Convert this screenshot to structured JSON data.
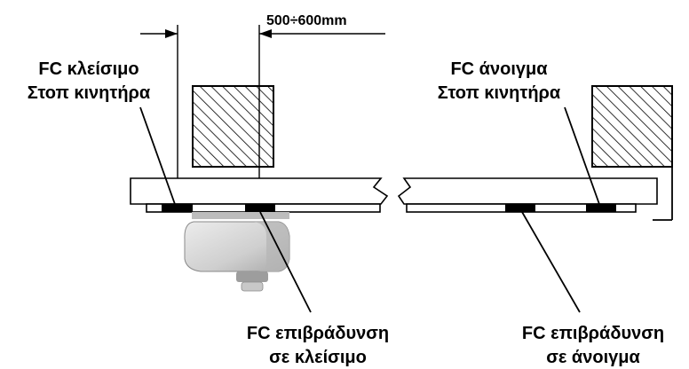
{
  "dimension": {
    "text": "500÷600mm"
  },
  "labels": {
    "fc_close_line1": "FC κλείσιμο",
    "fc_close_line2": "Στοπ κινητήρα",
    "fc_open_line1": "FC άνοιγμα",
    "fc_open_line2": "Στοπ κινητήρα",
    "slow_close_line1": "FC επιβράδυνση",
    "slow_close_line2": "σε κλείσιμο",
    "slow_open_line1": "FC επιβράδυνση",
    "slow_open_line2": "σε άνοιγμα"
  },
  "colors": {
    "line": "#000000",
    "motor_body": "#d4d4d4",
    "motor_shadow": "#9a9a9a",
    "background": "#ffffff"
  }
}
